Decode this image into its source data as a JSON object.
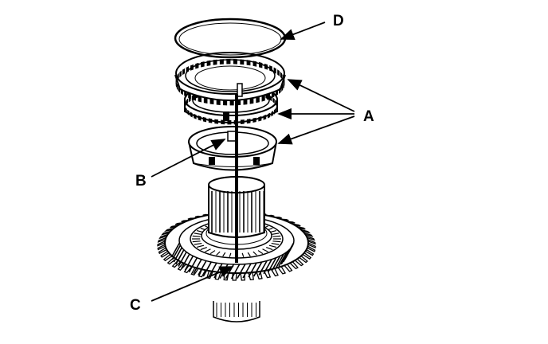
{
  "diagram": {
    "callouts": {
      "a": "A",
      "b": "B",
      "c": "C",
      "d": "D"
    },
    "colors": {
      "ink": "#000000",
      "paper": "#ffffff"
    }
  }
}
